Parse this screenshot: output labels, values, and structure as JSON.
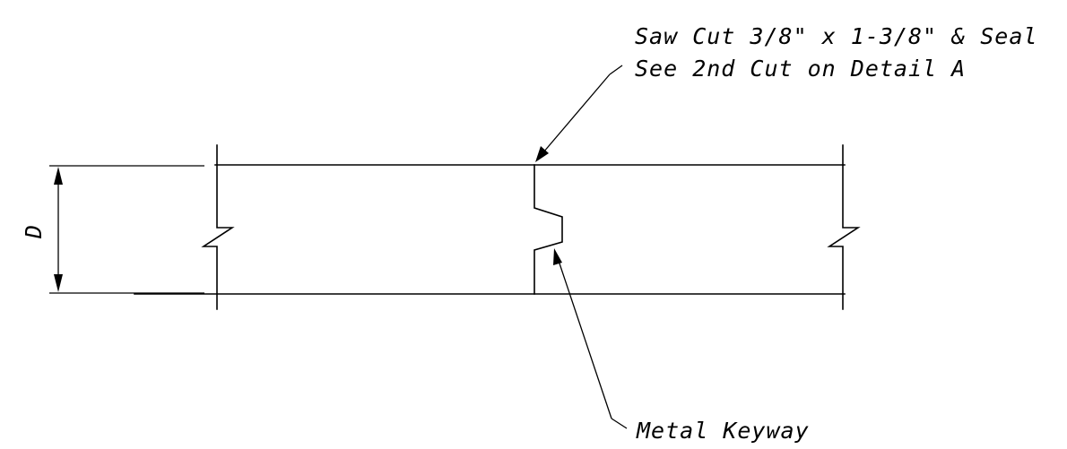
{
  "diagram": {
    "dimension_label": "D",
    "sawcut_note": {
      "line1": "Saw Cut 3/8\" x 1-3/8\" & Seal",
      "line2": "See 2nd Cut on Detail A"
    },
    "keyway_note": "Metal Keyway"
  },
  "colors": {
    "line": "#000000",
    "background": "#ffffff"
  }
}
